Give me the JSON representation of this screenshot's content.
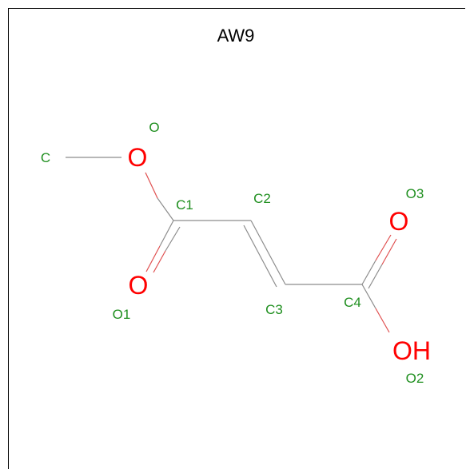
{
  "title": "AW9",
  "colors": {
    "bond": "#8c8c8c",
    "oxygen": "#ff0000",
    "label": "#1f8f1f",
    "title": "#000000"
  },
  "elements": {
    "methyl_oxygen": "O",
    "carbonyl_oxygen_left": "O",
    "carbonyl_oxygen_right": "O",
    "hydroxyl": "OH"
  },
  "atom_labels": {
    "methyl_c": "C",
    "o": "O",
    "c1": "C1",
    "c2": "C2",
    "c3": "C3",
    "c4": "C4",
    "o1": "O1",
    "o2": "O2",
    "o3": "O3"
  }
}
